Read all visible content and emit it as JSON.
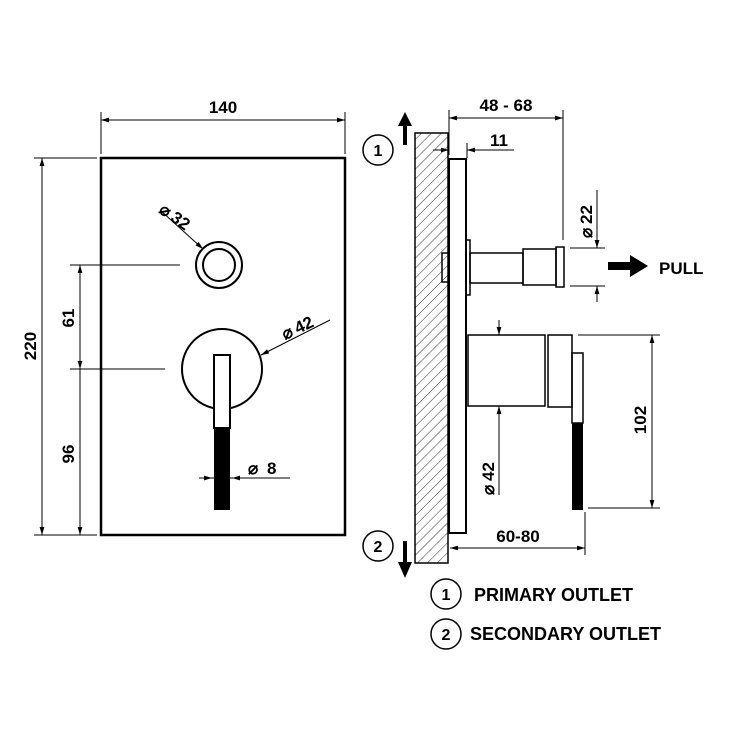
{
  "front_view": {
    "width": "140",
    "height": "220",
    "upper": "61",
    "lower": "96",
    "diverter_diameter": "32",
    "handle_diameter": "42",
    "lever_diameter": "8",
    "diameter_symbol": "⌀"
  },
  "side_view": {
    "depth_range": "48 - 68",
    "plate_thickness": "11",
    "knob_diameter": "22",
    "handle_diameter": "42",
    "handle_height": "102",
    "handle_depth": "60-80",
    "pull_label": "PULL",
    "diameter_symbol": "⌀"
  },
  "legend": [
    {
      "number": "1",
      "label": "PRIMARY OUTLET"
    },
    {
      "number": "2",
      "label": "SECONDARY OUTLET"
    }
  ]
}
